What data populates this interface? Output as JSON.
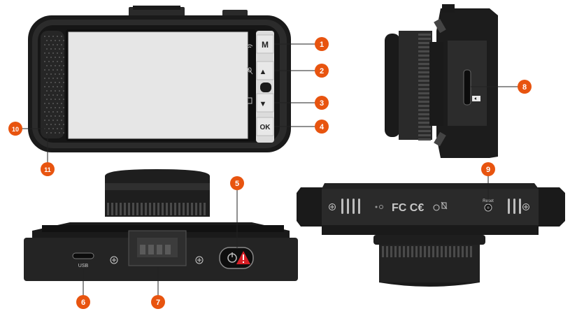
{
  "colors": {
    "callout": "#e8540f",
    "body_dark": "#1a1a1a",
    "body_mid": "#3a3a3a",
    "screen": "#e6e6e6",
    "warning_red": "#d81f26"
  },
  "icons": {
    "wifi": "wifi-icon",
    "mic_off": "mic-off-icon",
    "sd_card": "sd-card-icon",
    "power": "power-icon",
    "emergency": "warning-triangle-icon",
    "screw": "screw-icon"
  },
  "front": {
    "buttons": {
      "menu": "M",
      "up": "▲",
      "down": "▼",
      "ok": "OK"
    }
  },
  "bottom": {
    "usb_label": "USB"
  },
  "back": {
    "reset_label": "Reset",
    "cert_marks": "FC C€"
  },
  "callouts": [
    "1",
    "2",
    "3",
    "4",
    "5",
    "6",
    "7",
    "8",
    "9",
    "10",
    "11"
  ]
}
